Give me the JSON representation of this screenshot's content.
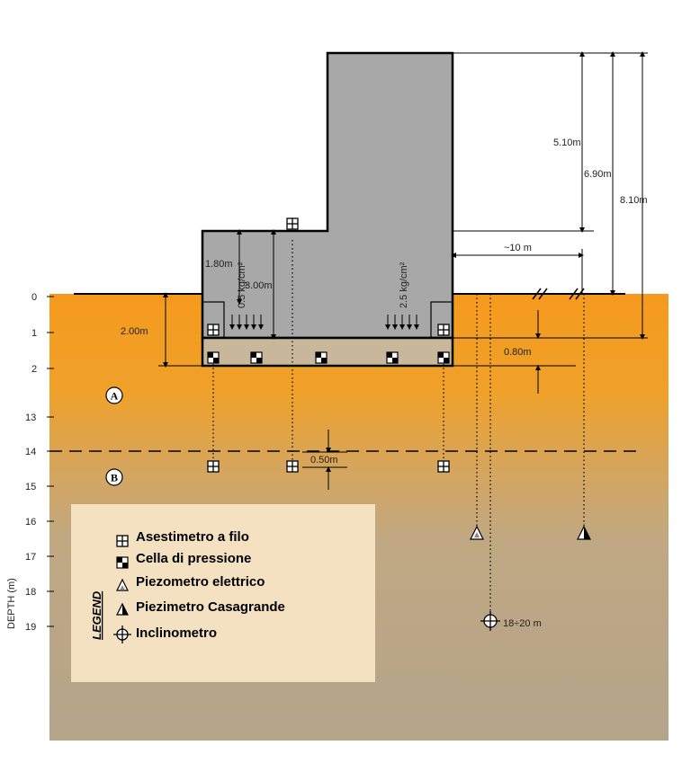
{
  "dimensions": {
    "h_5_10": "5.10m",
    "h_6_90": "6.90m",
    "h_8_10": "8.10m",
    "dist_10": "~10 m",
    "h_1_80": "1.80m",
    "h_3_00": "3.00m",
    "h_2_00": "2.00m",
    "h_0_80": "0.80m",
    "h_0_50": "0.50m",
    "load_left": "0.5 kg/cm²",
    "load_right": "2.5 kg/cm²",
    "incl_depth": "18÷20 m"
  },
  "depth_axis": {
    "title": "DEPTH (m)",
    "ticks": [
      "0",
      "1",
      "2",
      "13",
      "14",
      "15",
      "16",
      "17",
      "18",
      "19"
    ]
  },
  "layers": {
    "a": "A",
    "b": "B"
  },
  "legend": {
    "title": "LEGEND",
    "items": [
      {
        "icon": "asestimetro-icon",
        "label": "Asestimetro a filo"
      },
      {
        "icon": "cella-icon",
        "label": "Cella di pressione"
      },
      {
        "icon": "piezo-elettrico-icon",
        "label": "Piezometro elettrico"
      },
      {
        "icon": "piezo-casagrande-icon",
        "label": "Piezimetro Casagrande"
      },
      {
        "icon": "inclinometro-icon",
        "label": "Inclinometro"
      }
    ]
  },
  "colors": {
    "soil_top": "#f59a1e",
    "soil_mid": "#e0a040",
    "soil_bottom": "#b5a58a",
    "structure": "#a8a8a8",
    "slab": "#c9b799",
    "legend_bg": "#f4e1c1"
  }
}
